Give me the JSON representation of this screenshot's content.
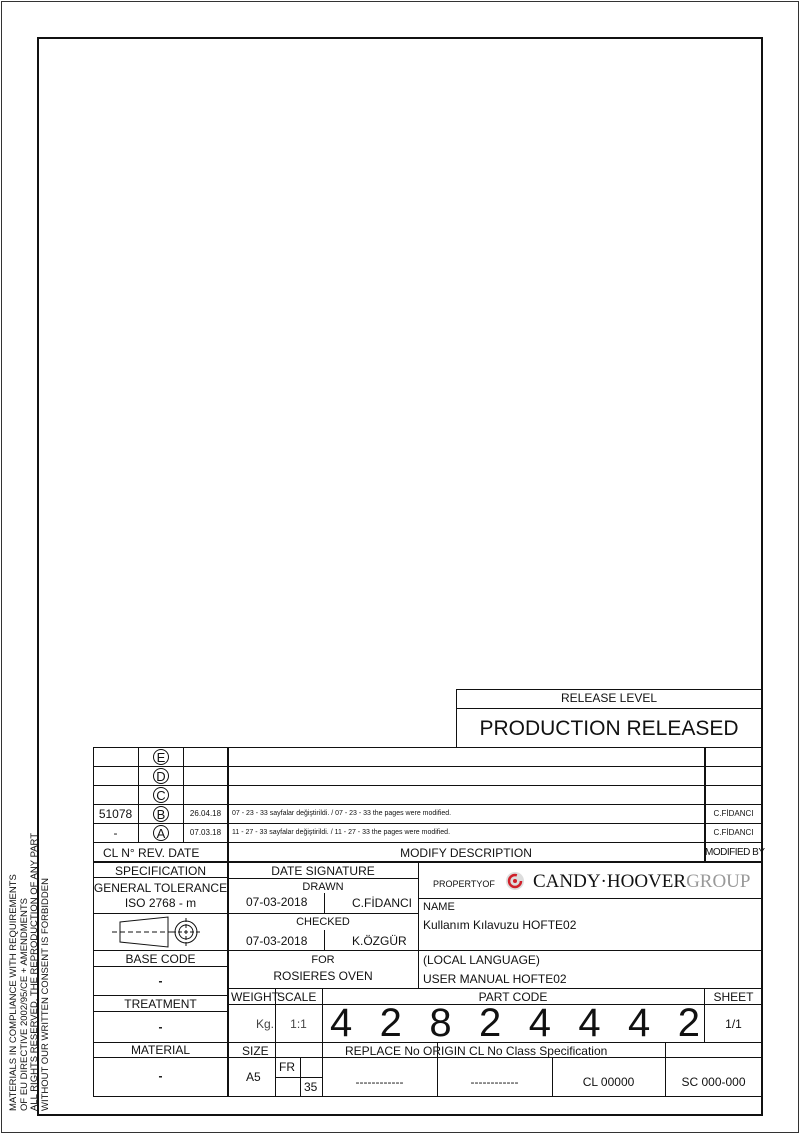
{
  "release": {
    "label": "RELEASE LEVEL",
    "value": "PRODUCTION RELEASED"
  },
  "revisions": [
    {
      "cl": "",
      "rev": "E",
      "date": "",
      "description": "",
      "modified_by": ""
    },
    {
      "cl": "",
      "rev": "D",
      "date": "",
      "description": "",
      "modified_by": ""
    },
    {
      "cl": "",
      "rev": "C",
      "date": "",
      "description": "",
      "modified_by": ""
    },
    {
      "cl": "51078",
      "rev": "B",
      "date": "26.04.18",
      "description": "07 - 23 - 33 sayfalar değiştirildi. / 07 - 23 - 33 the pages were modified.",
      "modified_by": "C.FİDANCI"
    },
    {
      "cl": "-",
      "rev": "A",
      "date": "07.03.18",
      "description": "11 - 27 - 33 sayfalar değiştirildi. / 11 - 27 - 33 the pages were modified.",
      "modified_by": "C.FİDANCI"
    }
  ],
  "rev_header": {
    "cl_rev_date": "CL N° REV. DATE",
    "modify_description": "MODIFY DESCRIPTION",
    "modified_by": "MODIFIED BY"
  },
  "left": {
    "specification": "SPECIFICATION",
    "general_tolerance": "GENERAL TOLERANCE",
    "iso": "ISO 2768 - m",
    "base_code": "BASE CODE",
    "base_code_value": "-",
    "treatment": "TREATMENT",
    "treatment_value": "-",
    "material": "MATERIAL",
    "material_value": "-"
  },
  "signature": {
    "header": "DATE SIGNATURE",
    "drawn": "DRAWN",
    "drawn_date": "07-03-2018",
    "drawn_by": "C.FİDANCI",
    "checked": "CHECKED",
    "checked_date": "07-03-2018",
    "checked_by": "K.ÖZGÜR",
    "for": "FOR",
    "for_value": "ROSIERES OVEN"
  },
  "property": {
    "label": "PROPERTYOF",
    "company": "CANDY·HOOVER",
    "group": "GROUP",
    "brand_color": "#d0202a"
  },
  "name": {
    "label": "NAME",
    "value": "Kullanım Kılavuzu HOFTE02",
    "local_label": "(LOCAL LANGUAGE)",
    "local_value": "USER MANUAL HOFTE02"
  },
  "part": {
    "weight": "WEIGHT",
    "scale": "SCALE",
    "weight_value": "Kg.",
    "scale_value": "1:1",
    "part_code_label": "PART CODE",
    "digits": [
      "4",
      "2",
      "8",
      "2",
      "4",
      "4",
      "4",
      "2"
    ],
    "sheet_label": "SHEET",
    "sheet_value": "1/1"
  },
  "bottom": {
    "size": "SIZE",
    "size_value": "A5",
    "replace": "REPLACE No ORIGIN CL No Class Specification",
    "fr": "FR",
    "fr_value": "35",
    "replace_value": "------------",
    "origin_value": "------------",
    "cl_value": "CL 00000",
    "sc_value": "SC 000-000"
  },
  "compliance": [
    "MATERIALS IN COMPLIANCE WITH REQUIREMENTS",
    "OF EU DIRECTIVE 2002/95/CE + AMENDMENTS",
    "ALL RIGHTS RESERVED, THE REPRODUCTION OF ANY PART",
    "WITHOUT OUR WRITTEN CONSENT IS FORBIDDEN"
  ]
}
